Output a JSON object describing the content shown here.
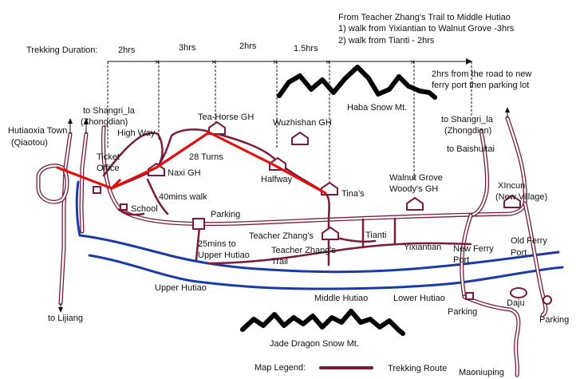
{
  "header": {
    "title": "From Teacher Zhang's Trail to Middle Hutiao",
    "line1": "1) walk from Yixiantian to Walnut Grove -3hrs",
    "line2": "2) walk from Tianti - 2hrs"
  },
  "duration": {
    "label": "Trekking Duration:",
    "segments": [
      "2hrs",
      "3hrs",
      "2hrs",
      "1.5hrs"
    ],
    "ferry_note_1": "2hrs from the road to new",
    "ferry_note_2": "ferry port then parking lot"
  },
  "mountains": {
    "haba": "Haba Snow Mt.",
    "jade": "Jade Dragon Snow Mt."
  },
  "places": {
    "to_shangrila_left_1": "to Shangri_la",
    "to_shangrila_left_2": "(Zhongdian)",
    "to_shangrila_right_1": "to Shangri_la",
    "to_shangrila_right_2": "(Zhongdian)",
    "hutiaoxia_1": "Hutiaoxia Town",
    "hutiaoxia_2": "(Qiaotou)",
    "high_way": "High Way",
    "ticket_1": "Ticket",
    "ticket_2": "Office",
    "tea_horse": "Tea-Horse GH",
    "wuzhishan": "Wuzhishan GH",
    "twenty_eight_turns": "28 Turns",
    "naxi": "Naxi GH",
    "halfway": "Halfway",
    "tinas": "Tina's",
    "to_baishuitai": "to Baishuitai",
    "walnut_1": "Walnut Grove",
    "walnut_2": "Woody's GH",
    "xincun_1": "XIncun",
    "xincun_2": "(New Village)",
    "forty_mins": "40mins walk",
    "school": "School",
    "parking_mid": "Parking",
    "teacher_zhang_gh": "Teacher Zhang's",
    "tianti": "Tianti",
    "twentyfive_1": "25mins to",
    "twentyfive_2": "Upper Hutiao",
    "teacher_trail_1": "Teacher Zhang's",
    "teacher_trail_2": "Trail",
    "yixiantian": "Yixiantian",
    "new_ferry_1": "New Ferry",
    "new_ferry_2": "Port",
    "old_ferry_1": "Old Ferry",
    "old_ferry_2": "Port",
    "upper_hutiao": "Upper Hutiao",
    "middle_hutiao": "Middle Hutiao",
    "lower_hutiao": "Lower Hutiao",
    "daju": "Daju",
    "parking_daju": "Parking",
    "parking_right": "Parking",
    "to_lijiang": "to Lijiang",
    "maoniuping": "Maoniuping"
  },
  "legend": {
    "label": "Map Legend:",
    "route": "Trekking Route"
  },
  "colors": {
    "road": "#7a1a3c",
    "river": "#1a3aa8",
    "route": "#e01010",
    "mountain": "#000000"
  }
}
